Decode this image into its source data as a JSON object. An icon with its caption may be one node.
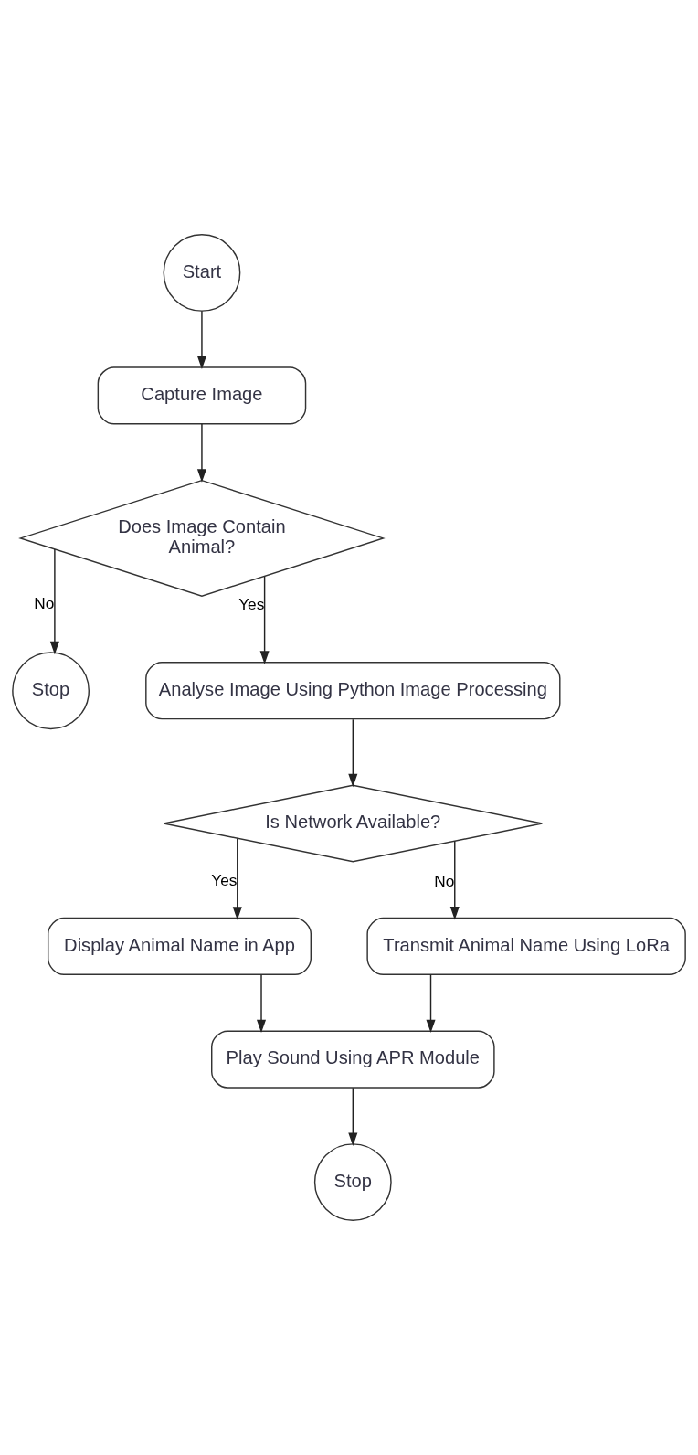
{
  "diagram": {
    "nodes": [
      {
        "text": [
          "Start"
        ]
      },
      {
        "text": [
          "Capture Image"
        ]
      },
      {
        "text": [
          "Does Image Contain Animal?"
        ]
      },
      {
        "text": [
          "Stop"
        ]
      },
      {
        "text": [
          "Analyse Image Using Python Image Processing"
        ]
      },
      {
        "text": [
          "Is Network Available?"
        ]
      },
      {
        "text": [
          "Display Animal Name in App"
        ]
      },
      {
        "text": [
          "Transmit Animal Name Using LoRa"
        ]
      },
      {
        "text": [
          "Play Sound Using APR Module"
        ]
      },
      {
        "text": [
          "Stop"
        ]
      }
    ],
    "edges": [
      {
        "from": 0,
        "to": 1,
        "arrow": "to"
      },
      {
        "from": 1,
        "to": 2,
        "arrow": "to"
      },
      {
        "from": 2,
        "to": 3,
        "arrow": "to",
        "label": "No"
      },
      {
        "from": 2,
        "to": 4,
        "arrow": "to",
        "label": "Yes"
      },
      {
        "from": 4,
        "to": 5,
        "arrow": "to"
      },
      {
        "from": 5,
        "to": 6,
        "arrow": "to",
        "label": "Yes"
      },
      {
        "from": 5,
        "to": 7,
        "arrow": "to",
        "label": "No"
      },
      {
        "from": 6,
        "to": 8,
        "arrow": "to"
      },
      {
        "from": 7,
        "to": 8,
        "arrow": "to"
      },
      {
        "from": 8,
        "to": 9,
        "arrow": "to"
      }
    ]
  }
}
